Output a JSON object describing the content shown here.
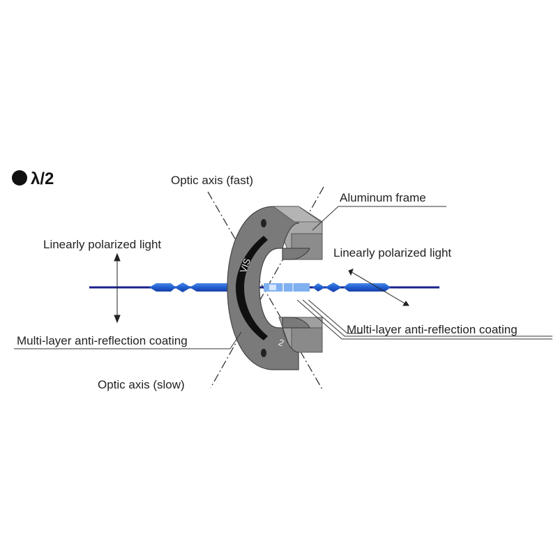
{
  "title": {
    "bullet_icon": "filled-circle-icon",
    "text": "λ/2"
  },
  "labels": {
    "optic_axis_fast": "Optic axis (fast)",
    "optic_axis_slow": "Optic axis (slow)",
    "aluminum_frame": "Aluminum frame",
    "linearly_polarized_light_left": "Linearly polarized light",
    "linearly_polarized_light_right": "Linearly polarized light",
    "coating_left": "Multi-layer anti-reflection coating",
    "coating_right": "Multi-layer anti-reflection coating"
  },
  "frame_engraving": {
    "top": "VIS",
    "bottom": "2"
  },
  "colors": {
    "beam_dark": "#1a1f8c",
    "beam_blue": "#1f5fd0",
    "beam_light": "#7fb0f0",
    "frame_front": "#7a7a7a",
    "frame_top": "#a8a8a8",
    "frame_side": "#969696",
    "lens": "#101010",
    "lines": "#333333"
  }
}
